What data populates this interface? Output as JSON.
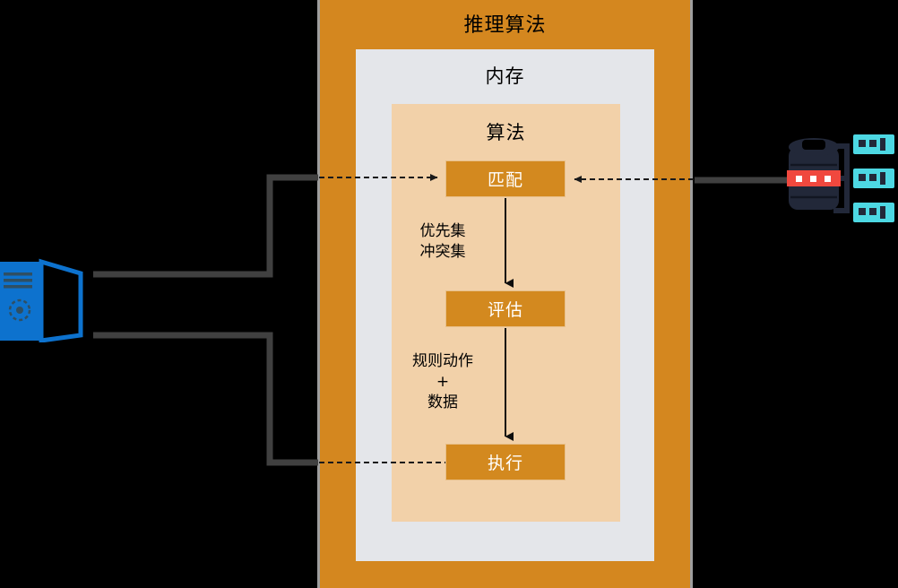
{
  "diagram": {
    "title": "推理算法",
    "containers": {
      "outer": {
        "label": "推理算法",
        "color": "#D4871F"
      },
      "memory": {
        "label": "内存",
        "color": "#E4E6EA"
      },
      "algorithm": {
        "label": "算法",
        "color": "#F2D1A9"
      }
    },
    "steps": [
      {
        "id": "match",
        "label": "匹配",
        "color": "#D3891F",
        "text_color": "#FFFFFF"
      },
      {
        "id": "evaluate",
        "label": "评估",
        "color": "#D3891F",
        "text_color": "#FFFFFF"
      },
      {
        "id": "execute",
        "label": "执行",
        "color": "#D3891F",
        "text_color": "#FFFFFF"
      }
    ],
    "edge_labels": [
      {
        "id": "conflict-set",
        "text": "优先集\n冲突集"
      },
      {
        "id": "rule-action",
        "text": "规则动作\n+\n数据"
      }
    ],
    "icons": [
      {
        "id": "database-server-left",
        "name": "blue-server-icon",
        "color": "#0D72CE"
      },
      {
        "id": "database-server-right",
        "name": "dark-database-icon",
        "colors": [
          "#222839",
          "#F0483E",
          "#4DD8E3"
        ]
      }
    ],
    "connectors": {
      "line_color": "#404040",
      "arrow_color": "#1a1a1a",
      "dash_pattern": "6 4"
    }
  }
}
